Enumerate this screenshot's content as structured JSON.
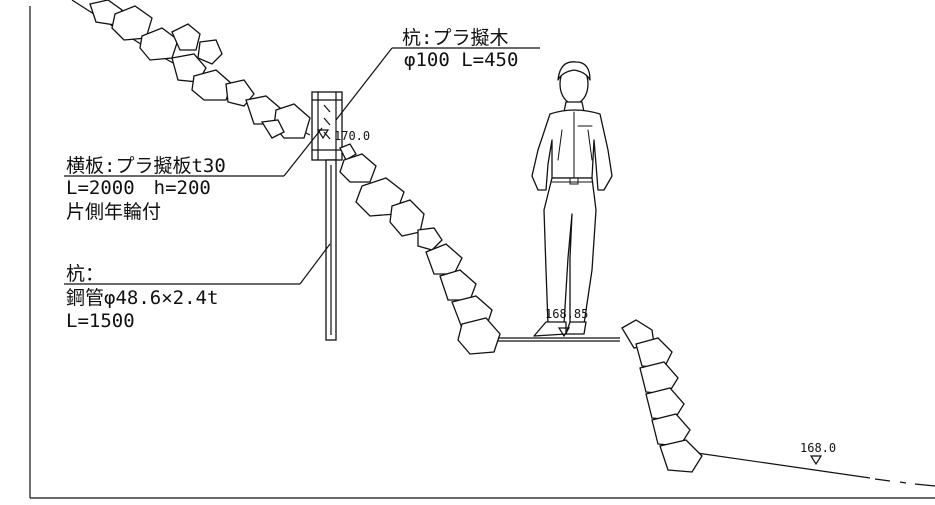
{
  "diagram": {
    "labels": {
      "stake_top_line1": "杭:プラ擬木",
      "stake_top_line2": "φ100 L=450",
      "plank_line1": "横板:プラ擬板t30",
      "plank_line2": "L=2000　h=200",
      "plank_line3": "片側年輪付",
      "pipe_line1": "杭：",
      "pipe_line2": "鋼管φ48.6×2.4t",
      "pipe_line3": "L=1500"
    },
    "elevations": {
      "top": "170.0",
      "mid": "168.85",
      "low": "168.0"
    }
  }
}
